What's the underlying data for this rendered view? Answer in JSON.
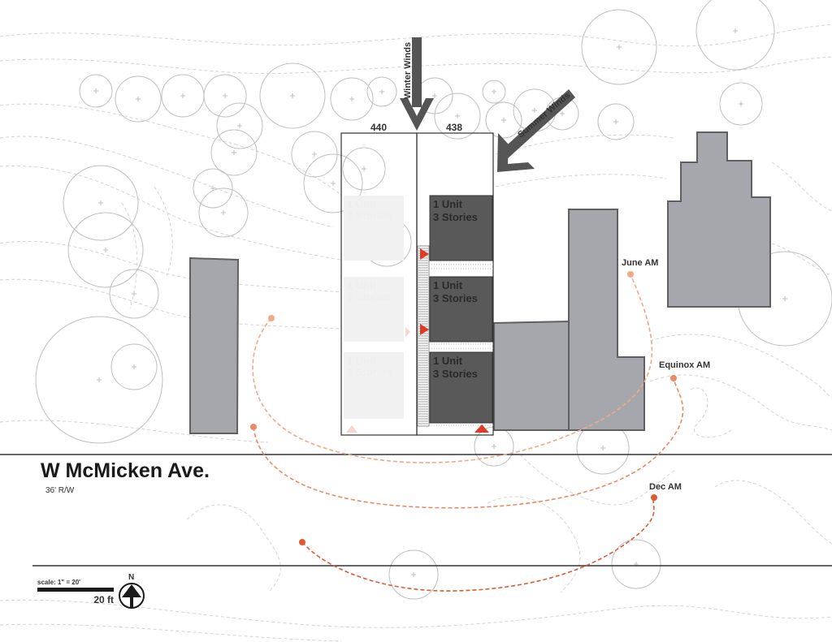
{
  "street": {
    "name": "W McMicken Ave.",
    "right_of_way": "36' R/W"
  },
  "lots": {
    "lot_a": "440",
    "lot_b": "438"
  },
  "winds": {
    "winter": "Winter Winds",
    "summer": "Summer Winds"
  },
  "units": [
    {
      "line1": "1 Unit",
      "line2": "3 Stories"
    },
    {
      "line1": "1 Unit",
      "line2": "3 Stories"
    },
    {
      "line1": "1 Unit",
      "line2": "3 Stories"
    }
  ],
  "sun_paths": {
    "june": "June AM",
    "equinox": "Equinox AM",
    "december": "Dec AM"
  },
  "scale": {
    "ratio": "scale: 1\" = 20'",
    "distance": "20 ft"
  },
  "north": "N",
  "colors": {
    "building_gray": "#a6a7ad",
    "unit_dark": "#595959",
    "june_path": "#f0a98a",
    "equinox_path": "#ec8a63",
    "december_path": "#e05a30",
    "entry_marker": "#e23a24"
  }
}
